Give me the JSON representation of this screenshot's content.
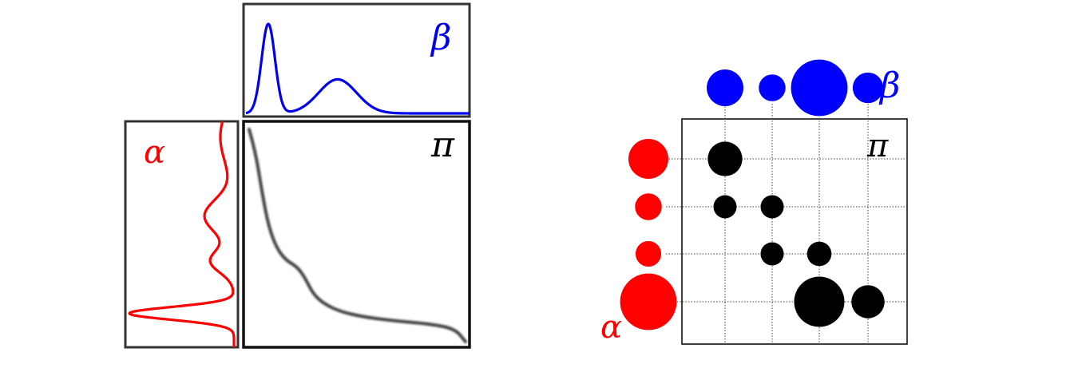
{
  "continuous": {
    "source_label": "α",
    "target_label": "β",
    "plan_label": "π",
    "colors": {
      "source": "#ff0000",
      "target": "#0000ee",
      "plan": "#000000",
      "frame": "#333333"
    }
  },
  "discrete": {
    "source_label": "α",
    "target_label": "β",
    "plan_label": "π",
    "colors": {
      "source": "#ff0000",
      "target": "#0000ff",
      "plan": "#000000",
      "grid": "#444444"
    },
    "source_weights": [
      0.25,
      0.08,
      0.07,
      0.6
    ],
    "target_weights": [
      0.2,
      0.08,
      0.6,
      0.12
    ],
    "plan_entries": [
      {
        "row": 0,
        "col": 0,
        "weight": 0.17
      },
      {
        "row": 1,
        "col": 0,
        "weight": 0.05
      },
      {
        "row": 1,
        "col": 1,
        "weight": 0.05
      },
      {
        "row": 2,
        "col": 1,
        "weight": 0.05
      },
      {
        "row": 2,
        "col": 2,
        "weight": 0.06
      },
      {
        "row": 3,
        "col": 2,
        "weight": 0.45
      },
      {
        "row": 3,
        "col": 3,
        "weight": 0.15
      }
    ]
  }
}
